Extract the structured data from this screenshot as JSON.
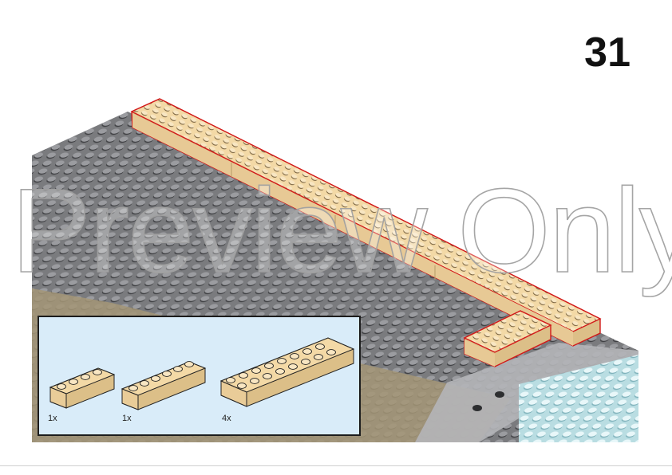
{
  "step": {
    "number": "31"
  },
  "watermark": {
    "text": "Preview Only"
  },
  "colors": {
    "baseplate": "#7e7e80",
    "baseplate_dark": "#5e5f62",
    "tan": "#f3d9a6",
    "tan_side": "#dcbf88",
    "highlight_outline": "#d21a1a",
    "water": "#c8e6ea",
    "callout_background": "#d9ecf9"
  },
  "parts": [
    {
      "name": "brick 1x4 tan",
      "quantity": "1x"
    },
    {
      "name": "brick 1x6 tan",
      "quantity": "1x"
    },
    {
      "name": "brick 2x8 tan",
      "quantity": "4x"
    }
  ]
}
